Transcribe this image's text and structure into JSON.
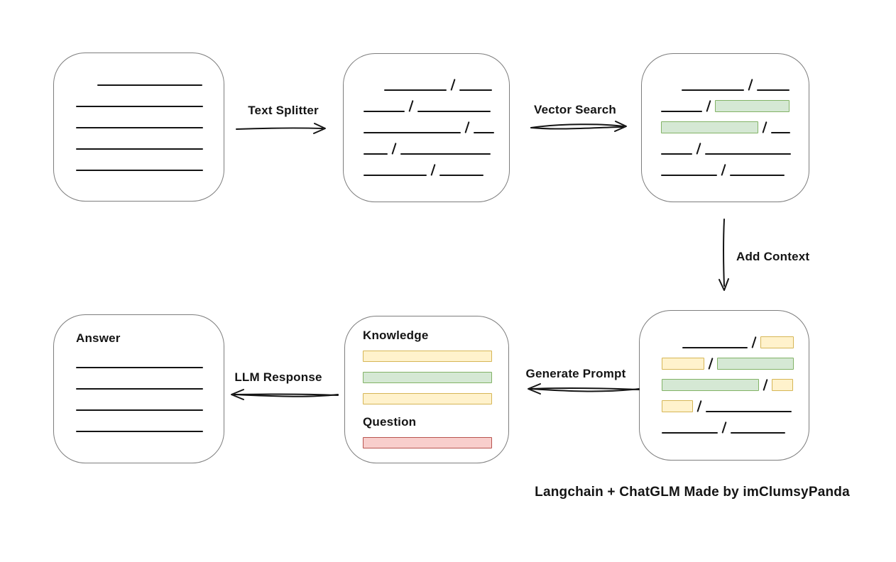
{
  "colors": {
    "green_fill": "#d5e8d4",
    "green_stroke": "#82b366",
    "yellow_fill": "#fff2cc",
    "yellow_stroke": "#d6b656",
    "red_fill": "#f8cecc",
    "red_stroke": "#b85450",
    "ink": "#141414",
    "box_stroke": "#7d7d7d"
  },
  "labels": {
    "text_splitter": "Text Splitter",
    "vector_search": "Vector Search",
    "add_context": "Add Context",
    "generate_prompt": "Generate Prompt",
    "llm_response": "LLM Response"
  },
  "caption": "Langchain + ChatGLM Made by imClumsyPanda",
  "boxes": {
    "source_document": {
      "rows": [
        {
          "indent": 30,
          "segs": [
            {
              "t": "line",
              "w": 148
            }
          ]
        },
        {
          "segs": [
            {
              "t": "line",
              "w": 179
            }
          ]
        },
        {
          "segs": [
            {
              "t": "line",
              "w": 179
            }
          ]
        },
        {
          "segs": [
            {
              "t": "line",
              "w": 179
            }
          ]
        },
        {
          "segs": [
            {
              "t": "line",
              "w": 179
            }
          ]
        }
      ]
    },
    "split_text": {
      "rows": [
        {
          "indent": 29,
          "segs": [
            {
              "t": "line",
              "w": 88
            },
            {
              "t": "slash"
            },
            {
              "t": "line",
              "w": 46
            }
          ]
        },
        {
          "segs": [
            {
              "t": "line",
              "w": 58
            },
            {
              "t": "slash"
            },
            {
              "t": "line",
              "w": 103
            }
          ]
        },
        {
          "segs": [
            {
              "t": "line",
              "w": 137
            },
            {
              "t": "slash"
            },
            {
              "t": "line",
              "w": 29
            }
          ]
        },
        {
          "segs": [
            {
              "t": "line",
              "w": 34
            },
            {
              "t": "slash"
            },
            {
              "t": "line",
              "w": 127
            }
          ]
        },
        {
          "segs": [
            {
              "t": "line",
              "w": 89
            },
            {
              "t": "slash"
            },
            {
              "t": "line",
              "w": 62
            }
          ]
        }
      ]
    },
    "vector_result": {
      "rows": [
        {
          "indent": 29,
          "segs": [
            {
              "t": "line",
              "w": 88
            },
            {
              "t": "slash"
            },
            {
              "t": "line",
              "w": 46
            }
          ]
        },
        {
          "segs": [
            {
              "t": "line",
              "w": 58
            },
            {
              "t": "slash"
            },
            {
              "t": "green",
              "w": 105
            }
          ]
        },
        {
          "segs": [
            {
              "t": "green",
              "w": 137
            },
            {
              "t": "slash"
            },
            {
              "t": "line",
              "w": 27
            }
          ]
        },
        {
          "segs": [
            {
              "t": "line",
              "w": 44
            },
            {
              "t": "slash"
            },
            {
              "t": "line",
              "w": 121
            }
          ]
        },
        {
          "segs": [
            {
              "t": "line",
              "w": 79
            },
            {
              "t": "slash"
            },
            {
              "t": "line",
              "w": 77
            }
          ]
        }
      ]
    },
    "context_result": {
      "rows": [
        {
          "indent": 29,
          "segs": [
            {
              "t": "line",
              "w": 92
            },
            {
              "t": "slash"
            },
            {
              "t": "yellow",
              "w": 47
            }
          ]
        },
        {
          "segs": [
            {
              "t": "yellow",
              "w": 60
            },
            {
              "t": "slash"
            },
            {
              "t": "green",
              "w": 108
            }
          ]
        },
        {
          "segs": [
            {
              "t": "green",
              "w": 137
            },
            {
              "t": "slash"
            },
            {
              "t": "yellow",
              "w": 30
            }
          ]
        },
        {
          "segs": [
            {
              "t": "yellow",
              "w": 44
            },
            {
              "t": "slash"
            },
            {
              "t": "line",
              "w": 121
            }
          ]
        },
        {
          "segs": [
            {
              "t": "line",
              "w": 79
            },
            {
              "t": "slash"
            },
            {
              "t": "line",
              "w": 77
            }
          ]
        }
      ]
    },
    "answer": {
      "rows": [
        {
          "segs": [
            {
              "t": "line",
              "w": 179
            }
          ]
        },
        {
          "segs": [
            {
              "t": "line",
              "w": 179
            }
          ]
        },
        {
          "segs": [
            {
              "t": "line",
              "w": 179
            }
          ]
        },
        {
          "segs": [
            {
              "t": "line",
              "w": 179
            }
          ]
        }
      ]
    }
  },
  "prompt_box": {
    "knowledge_label": "Knowledge",
    "question_label": "Question",
    "knowledge_bars": [
      {
        "color": "yellow"
      },
      {
        "color": "green"
      },
      {
        "color": "yellow"
      }
    ],
    "question_bars": [
      {
        "color": "red"
      }
    ]
  },
  "answer_box": {
    "label": "Answer"
  }
}
